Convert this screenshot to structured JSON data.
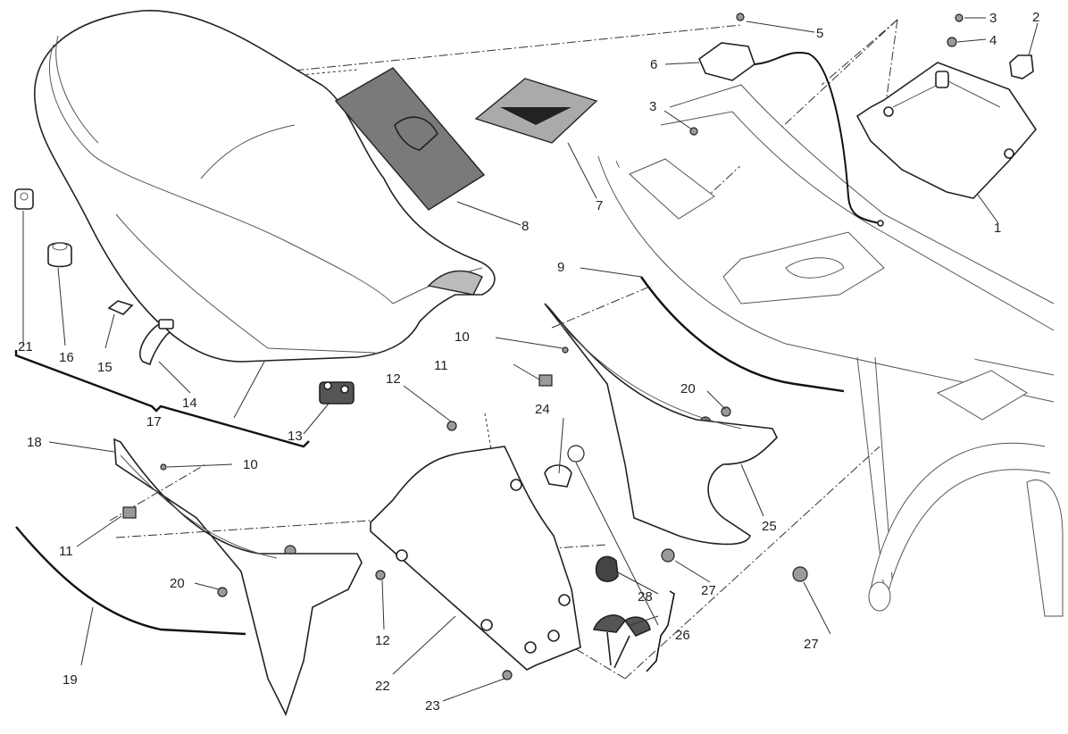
{
  "diagram": {
    "title": "Seat assembly exploded parts diagram",
    "background_color": "#ffffff",
    "line_color": "#222222",
    "callouts": [
      {
        "id": "c1",
        "label": "1",
        "part": "lock-bracket-box"
      },
      {
        "id": "c2",
        "label": "2",
        "part": "cap"
      },
      {
        "id": "c3a",
        "label": "3",
        "part": "screw"
      },
      {
        "id": "c3b",
        "label": "3",
        "part": "screw"
      },
      {
        "id": "c4",
        "label": "4",
        "part": "washer"
      },
      {
        "id": "c5",
        "label": "5",
        "part": "screw"
      },
      {
        "id": "c6",
        "label": "6",
        "part": "seat-lock-with-cable"
      },
      {
        "id": "c7",
        "label": "7",
        "part": "owners-manual"
      },
      {
        "id": "c8",
        "label": "8",
        "part": "document-wallet"
      },
      {
        "id": "c9",
        "label": "9",
        "part": "trim-strip"
      },
      {
        "id": "c10a",
        "label": "10",
        "part": "screw"
      },
      {
        "id": "c10b",
        "label": "10",
        "part": "screw"
      },
      {
        "id": "c11a",
        "label": "11",
        "part": "spring-clip"
      },
      {
        "id": "c11b",
        "label": "11",
        "part": "spring-clip"
      },
      {
        "id": "c12a",
        "label": "12",
        "part": "screw"
      },
      {
        "id": "c12b",
        "label": "12",
        "part": "screw"
      },
      {
        "id": "c13",
        "label": "13",
        "part": "seat-pad"
      },
      {
        "id": "c14",
        "label": "14",
        "part": "strap-loop"
      },
      {
        "id": "c15",
        "label": "15",
        "part": "clip"
      },
      {
        "id": "c16",
        "label": "16",
        "part": "rubber-buffer"
      },
      {
        "id": "c17",
        "label": "17",
        "part": "seat-complete"
      },
      {
        "id": "c18",
        "label": "18",
        "part": "side-panel-left"
      },
      {
        "id": "c19",
        "label": "19",
        "part": "trim-strip-left"
      },
      {
        "id": "c20a",
        "label": "20",
        "part": "screw"
      },
      {
        "id": "c20b",
        "label": "20",
        "part": "screw"
      },
      {
        "id": "c21",
        "label": "21",
        "part": "clip"
      },
      {
        "id": "c22",
        "label": "22",
        "part": "side-panel-right"
      },
      {
        "id": "c23",
        "label": "23",
        "part": "screw"
      },
      {
        "id": "c24",
        "label": "24",
        "part": "bushing"
      },
      {
        "id": "c25",
        "label": "25",
        "part": "side-panel-cover"
      },
      {
        "id": "c26",
        "label": "26",
        "part": "key-set"
      },
      {
        "id": "c27a",
        "label": "27",
        "part": "grommet"
      },
      {
        "id": "c27b",
        "label": "27",
        "part": "grommet"
      },
      {
        "id": "c28",
        "label": "28",
        "part": "lock-cylinder"
      }
    ]
  }
}
